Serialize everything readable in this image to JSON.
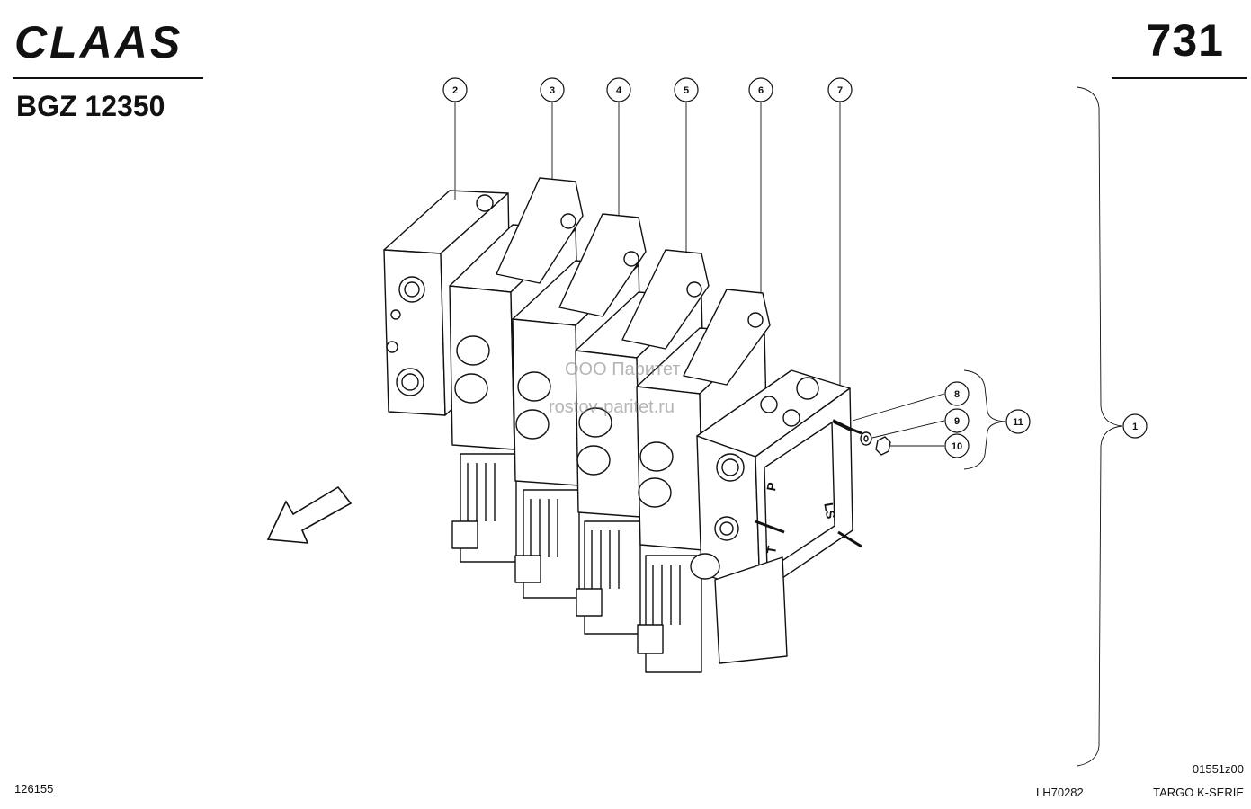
{
  "header": {
    "brand": "CLAAS",
    "page_number": "731",
    "group_code": "BGZ 12350"
  },
  "callouts": [
    "1",
    "2",
    "3",
    "4",
    "5",
    "6",
    "7",
    "8",
    "9",
    "10",
    "11"
  ],
  "watermark": {
    "line1": "ООО Паритет",
    "line2": "rostov-paritet.ru"
  },
  "footer": {
    "left_code": "126155",
    "drawing_code": "01551z00",
    "ref_code": "LH70282",
    "series": "TARGO K-SERIE"
  },
  "panel_labels": [
    "P",
    "LS",
    "T"
  ]
}
